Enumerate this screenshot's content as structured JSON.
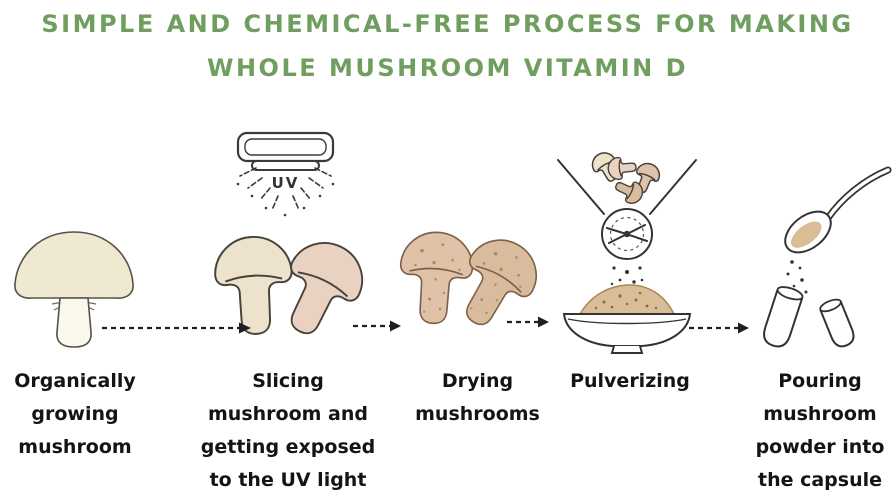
{
  "title": {
    "line1": "SIMPLE AND CHEMICAL-FREE PROCESS FOR MAKING",
    "line2": "WHOLE MUSHROOM VITAMIN D"
  },
  "colors": {
    "title-green": "#6f9e5e",
    "label-text": "#141414",
    "arrow-dark": "#1f1f1f",
    "outline-dark": "#46413a",
    "mushroom-cream": "#f0e9d1",
    "mushroom-stem": "#fbf8ee",
    "slice-cream": "#ede3cc",
    "slice-pink": "#e9d2c2",
    "dried-tan": "#e0c2a9",
    "dried-tan2": "#d9bb9e",
    "powder-tan": "#d8bd96"
  },
  "steps": [
    {
      "name": "growing",
      "icon": "whole-mushroom-icon",
      "lines": [
        "Organically",
        "growing",
        "mushroom"
      ]
    },
    {
      "name": "slicing",
      "icon": "sliced-mushrooms-uv-icon",
      "uv_label": "UV",
      "lines": [
        "Slicing",
        "mushroom and",
        "getting exposed",
        "to the UV light"
      ]
    },
    {
      "name": "drying",
      "icon": "dried-mushroom-slices-icon",
      "lines": [
        "Drying",
        "mushrooms"
      ]
    },
    {
      "name": "pulverizing",
      "icon": "grinder-and-bowl-icon",
      "lines": [
        "Pulverizing"
      ]
    },
    {
      "name": "pouring",
      "icon": "spoon-and-capsule-icon",
      "lines": [
        "Pouring",
        "mushroom",
        "powder into",
        "the capsule"
      ]
    }
  ]
}
